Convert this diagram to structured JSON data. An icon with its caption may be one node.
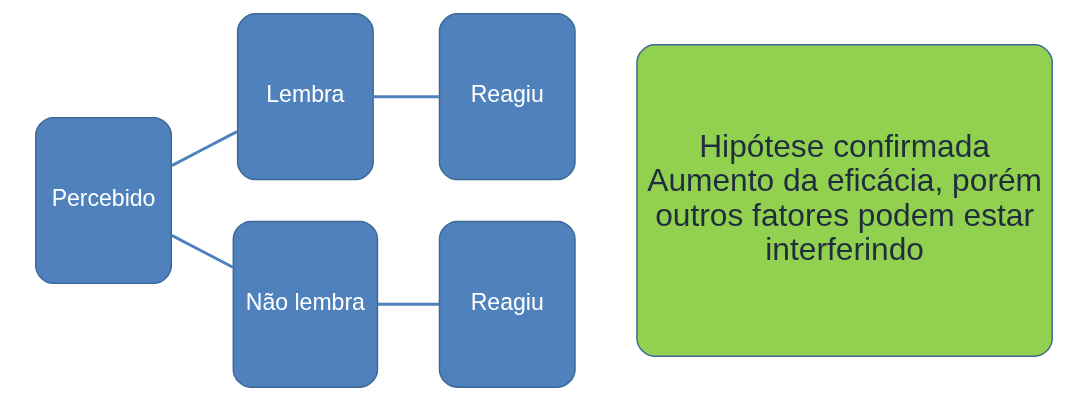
{
  "diagram": {
    "nodes": [
      {
        "text": [
          "Percebido"
        ]
      },
      {
        "text": [
          "Lembra"
        ]
      },
      {
        "text": [
          "Reagiu"
        ]
      },
      {
        "text": [
          "Não lembra"
        ]
      },
      {
        "text": [
          "Reagiu"
        ]
      },
      {
        "text": [
          "Hipótese confirmada",
          "Aumento da eficácia, porém outros fatores podem estar interferindo"
        ]
      }
    ],
    "edges": [
      {
        "from": 0,
        "to": 1,
        "arrow": "none"
      },
      {
        "from": 0,
        "to": 3,
        "arrow": "none"
      },
      {
        "from": 1,
        "to": 2,
        "arrow": "none"
      },
      {
        "from": 3,
        "to": 4,
        "arrow": "none"
      }
    ]
  }
}
